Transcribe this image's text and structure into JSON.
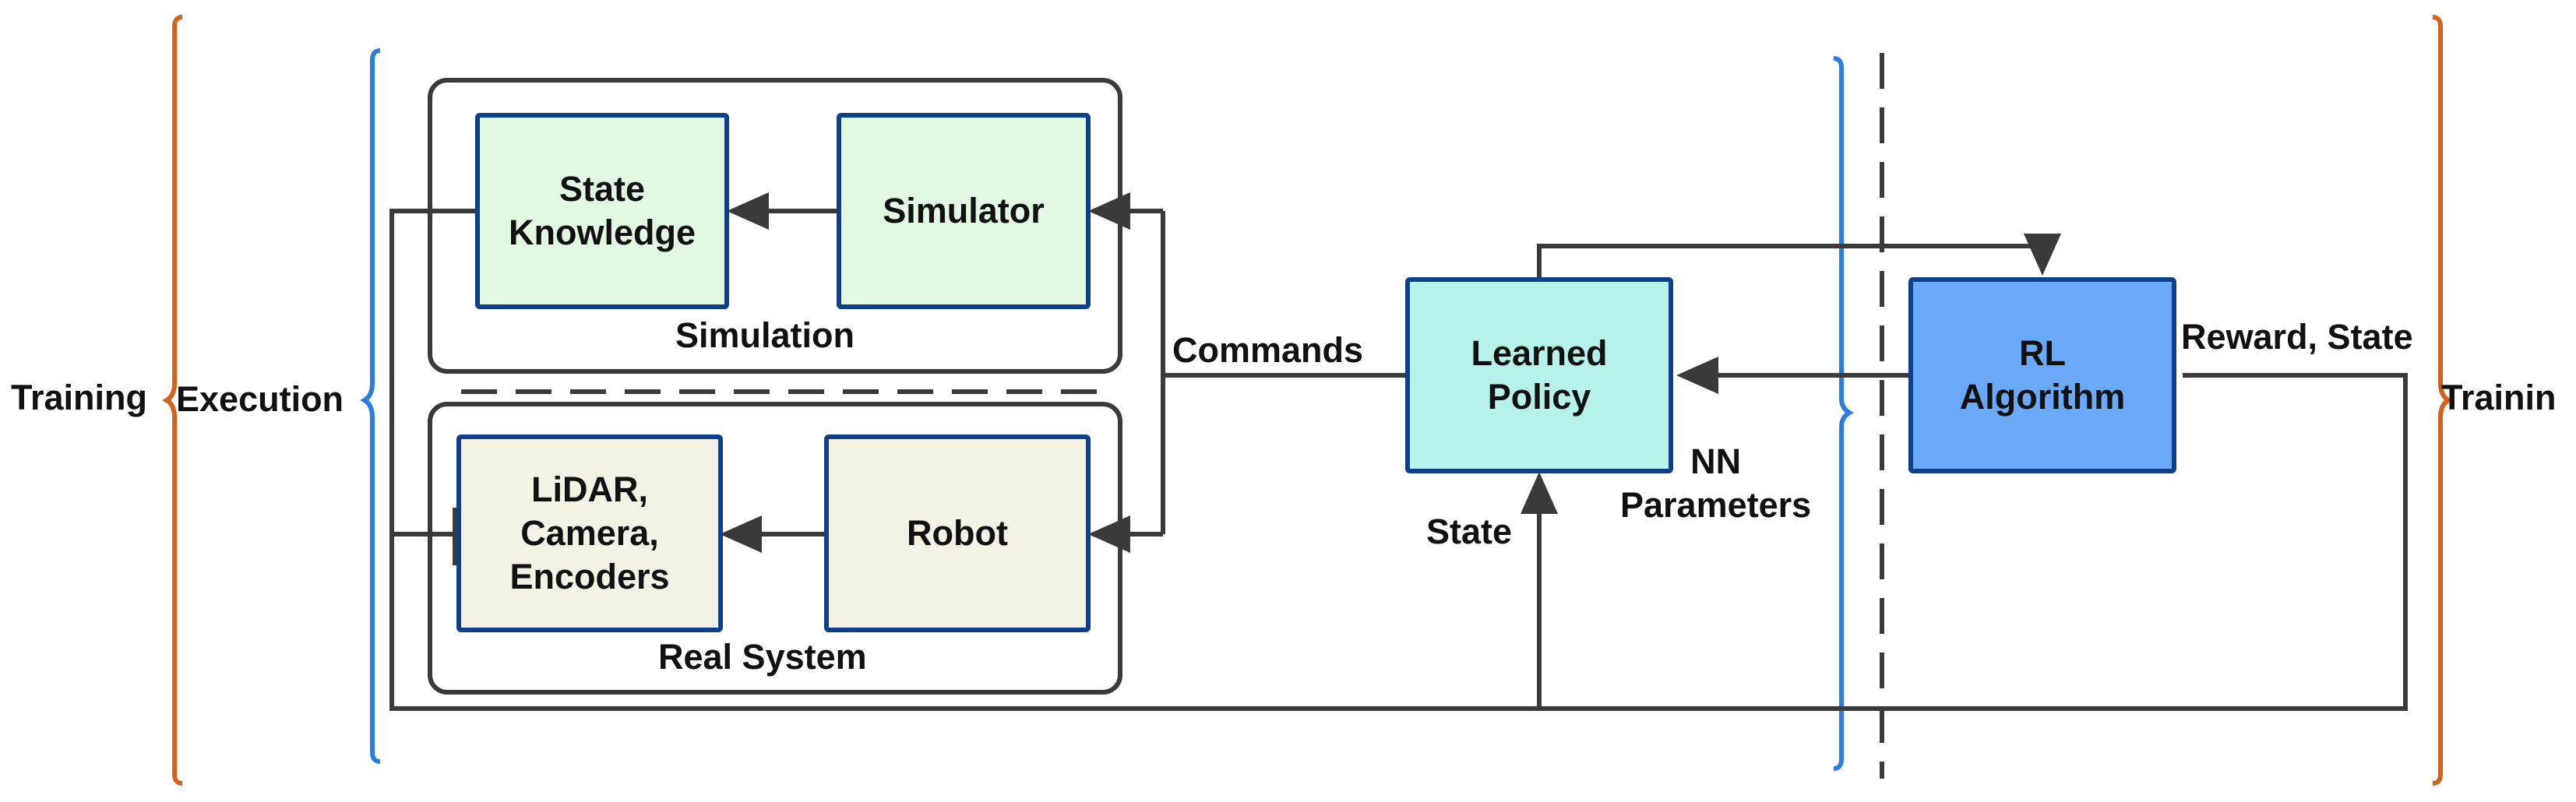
{
  "colors": {
    "outer_bracket": "#d3621c",
    "inner_bracket": "#2a7de1",
    "line": "#3a3a3a",
    "node_border": "#0d3f8a",
    "sim_fill": "#e2f8e2",
    "real_fill": "#f4f2e4",
    "policy_fill": "#b6f2ea",
    "rl_fill": "#6aa9f7"
  },
  "labels": {
    "training_left": "Training",
    "execution": "Execution",
    "training_right": "Trainin",
    "commands": "Commands",
    "state": "State",
    "nn_parameters": "NN\nParameters",
    "reward_state": "Reward, State",
    "simulation_group": "Simulation",
    "real_system_group": "Real System"
  },
  "nodes": {
    "state_knowledge": "State\nKnowledge",
    "simulator": "Simulator",
    "sensors": "LiDAR,\nCamera,\nEncoders",
    "robot": "Robot",
    "learned_policy": "Learned\nPolicy",
    "rl_algorithm": "RL\nAlgorithm"
  }
}
